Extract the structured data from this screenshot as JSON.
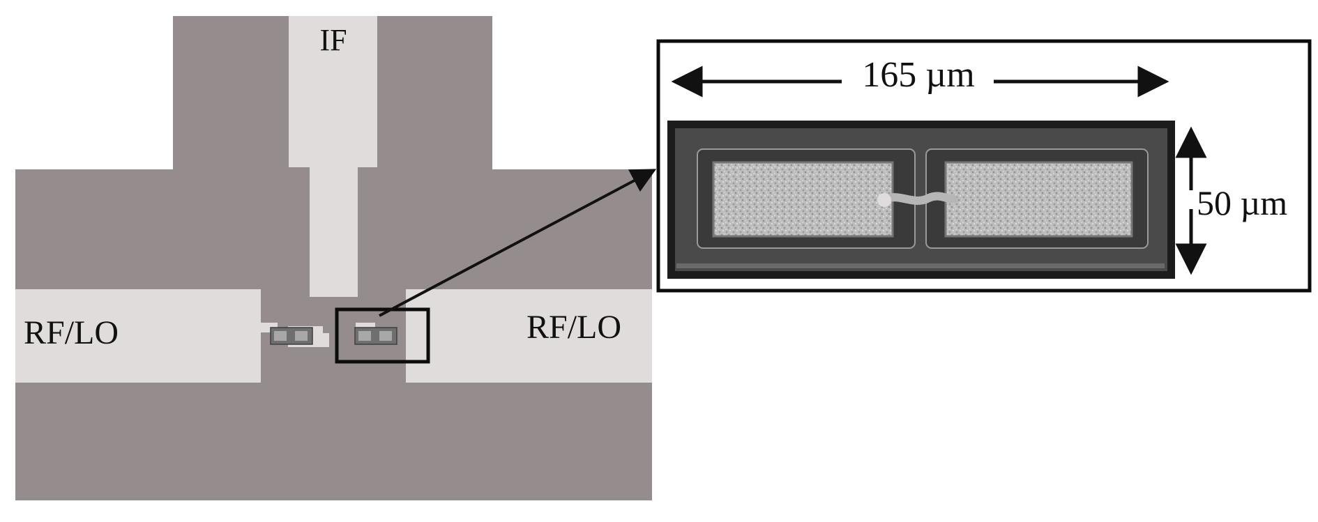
{
  "labels": {
    "if_port": "IF",
    "rf_lo_left": "RF/LO",
    "rf_lo_right": "RF/LO",
    "width_dim": "165 µm",
    "height_dim": "50 µm"
  },
  "colors": {
    "substrate": "#958d8d",
    "metal": "#e1dcdc",
    "outline": "#0c0c0c",
    "die_frame": "#1c1c1c",
    "die_body": "#4a4a4a",
    "pad": "#bdbdbd",
    "pad_border": "#777777"
  }
}
